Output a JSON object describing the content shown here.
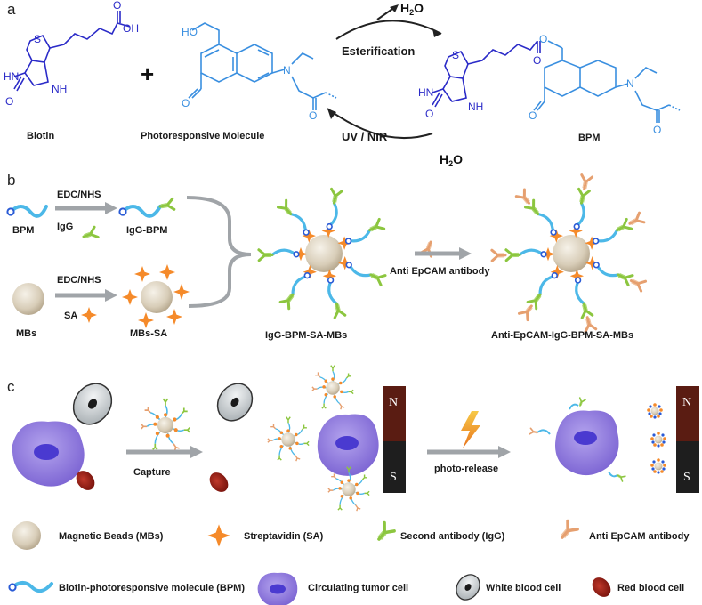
{
  "panels": {
    "a": "a",
    "b": "b",
    "c": "c"
  },
  "panel_a": {
    "biotin_label": "Biotin",
    "photo_label": "Photoresponsive Molecule",
    "bpm_label": "BPM",
    "plus": "+",
    "h2o_out": "H2O",
    "h2o_in": "H2O",
    "esterification": "Esterification",
    "uv_nir": "UV / NIR",
    "atoms": {
      "S": "S",
      "OH": "OH",
      "O": "O",
      "HN": "HN",
      "NH": "NH",
      "HO": "HO",
      "N": "N"
    }
  },
  "panel_b": {
    "bpm": "BPM",
    "edc_nhs_1": "EDC/NHS",
    "igg": "IgG",
    "igg_bpm": "IgG-BPM",
    "mbs": "MBs",
    "edc_nhs_2": "EDC/NHS",
    "sa": "SA",
    "mbs_sa": "MBs-SA",
    "igg_bpm_sa_mbs": "IgG-BPM-SA-MBs",
    "anti_epcam_antibody": "Anti EpCAM antibody",
    "final_complex": "Anti-EpCAM-IgG-BPM-SA-MBs"
  },
  "panel_c": {
    "capture": "Capture",
    "photo_release": "photo-release",
    "magnet_n": "N",
    "magnet_s": "S"
  },
  "legend": {
    "magnetic_beads": "Magnetic Beads (MBs)",
    "streptavidin": "Streptavidin (SA)",
    "second_antibody": "Second antibody (IgG)",
    "anti_epcam": "Anti EpCAM antibody",
    "bpm": "Biotin-photoresponsive molecule (BPM)",
    "ctc": "Circulating tumor cell",
    "wbc": "White blood cell",
    "rbc": "Red blood cell"
  },
  "colors": {
    "biotin": "#2b2bc8",
    "photo": "#3a8fe0",
    "linker": "#4cb8e8",
    "streptavidin": "#f58a2a",
    "igg": "#8cc63f",
    "epcam": "#e6a070",
    "bead": "#d8cdb8",
    "ctc": "#8a72d8",
    "nucleus": "#4a3ad0",
    "arrow": "#a0a4a8",
    "magnet_n": "#5a1c12",
    "magnet_s": "#1e1e1e"
  }
}
